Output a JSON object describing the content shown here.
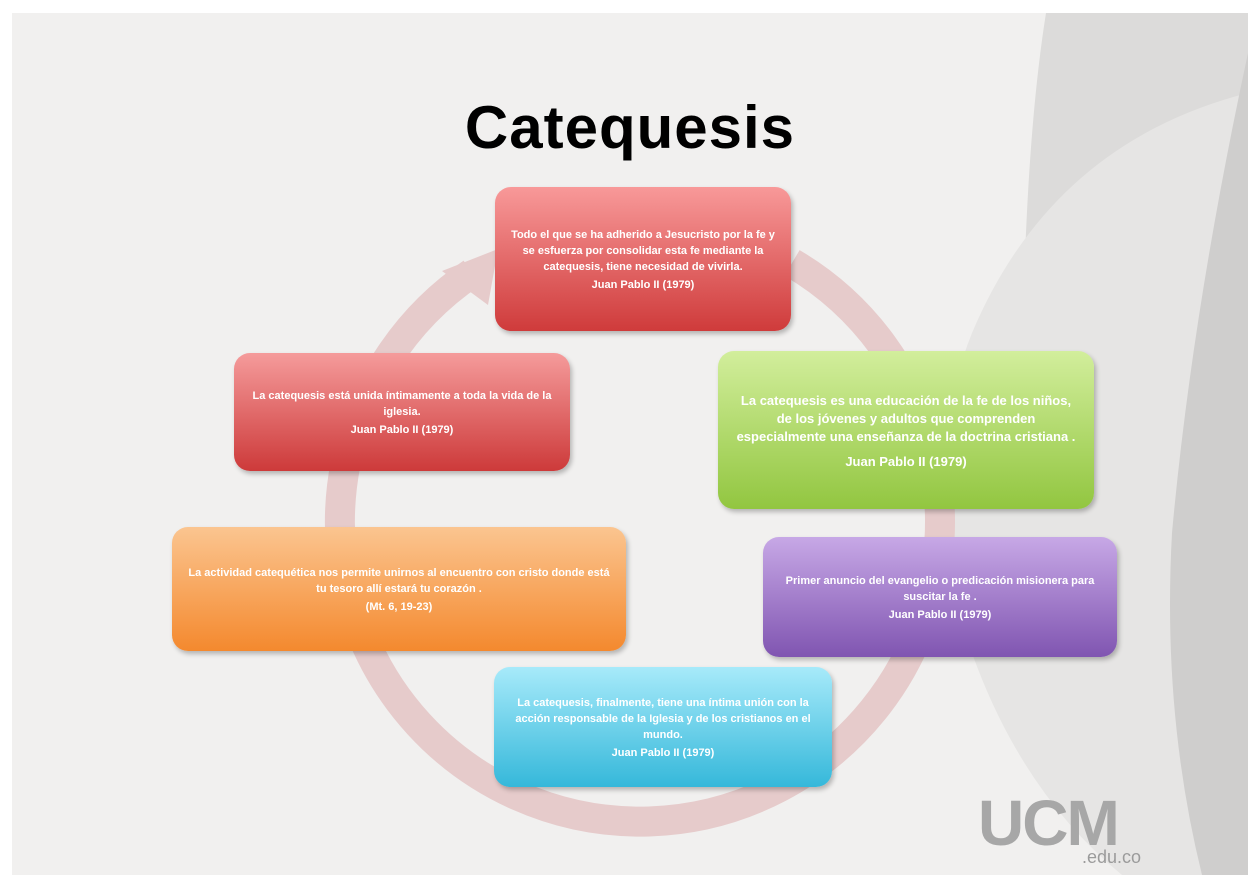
{
  "slide": {
    "title": "Catequesis"
  },
  "cycle": {
    "items": [
      {
        "text": "Todo el que se ha adherido a Jesucristo por la fe y se esfuerza por consolidar esta fe mediante la catequesis, tiene necesidad de vivirla.",
        "source": "Juan Pablo II (1979)"
      },
      {
        "text": "La catequesis es una educación  de la fe de los niños, de los jóvenes y adultos que comprenden especialmente una enseñanza  de la doctrina cristiana .",
        "source": "Juan Pablo II (1979)"
      },
      {
        "text": "Primer anuncio del evangelio o predicación misionera para  suscitar la fe .",
        "source": "Juan Pablo II (1979)"
      },
      {
        "text": "La catequesis, finalmente, tiene una íntima unión con la acción responsable de la Iglesia y de los cristianos en el mundo.",
        "source": "Juan Pablo II (1979)"
      },
      {
        "text": "La actividad catequética nos permite unirnos al encuentro con cristo donde está tu tesoro allí estará tu corazón .",
        "source": "(Mt. 6, 19-23)"
      },
      {
        "text": "La catequesis está unida íntimamente a toda la vida de la iglesia.",
        "source": "Juan Pablo II (1979)"
      }
    ]
  },
  "logo": {
    "mark": "UCM",
    "sub": ".edu.co"
  },
  "colors": {
    "background": "#f1f0ef",
    "cycle_arrow": "#e8cfcf",
    "red": "#cf3b3b",
    "green": "#92c640",
    "purple": "#8055b1",
    "cyan": "#35b8da",
    "orange": "#f4892e"
  }
}
